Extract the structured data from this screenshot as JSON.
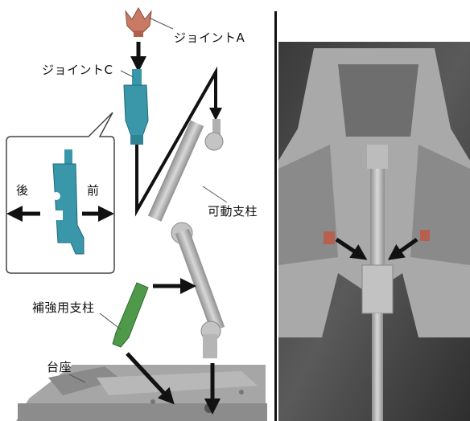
{
  "labels": {
    "joint_a": "ジョイントA",
    "joint_c": "ジョイントC",
    "movable_post": "可動支柱",
    "reinforce_post": "補強用支柱",
    "base": "台座",
    "back": "後",
    "front": "前"
  },
  "colors": {
    "joint_a": "#c97a64",
    "joint_c": "#3a97aa",
    "reinforce": "#4e9a4a",
    "post_gray": "#b9b9b9",
    "base_gray": "#9a9a9a",
    "arrow": "#111111",
    "photo_bg": "#4a4a4a",
    "photo_peg": "#b66050"
  },
  "icons": [
    "arrow-down-icon",
    "arrow-left-icon",
    "arrow-right-icon",
    "callout-bubble-icon"
  ]
}
